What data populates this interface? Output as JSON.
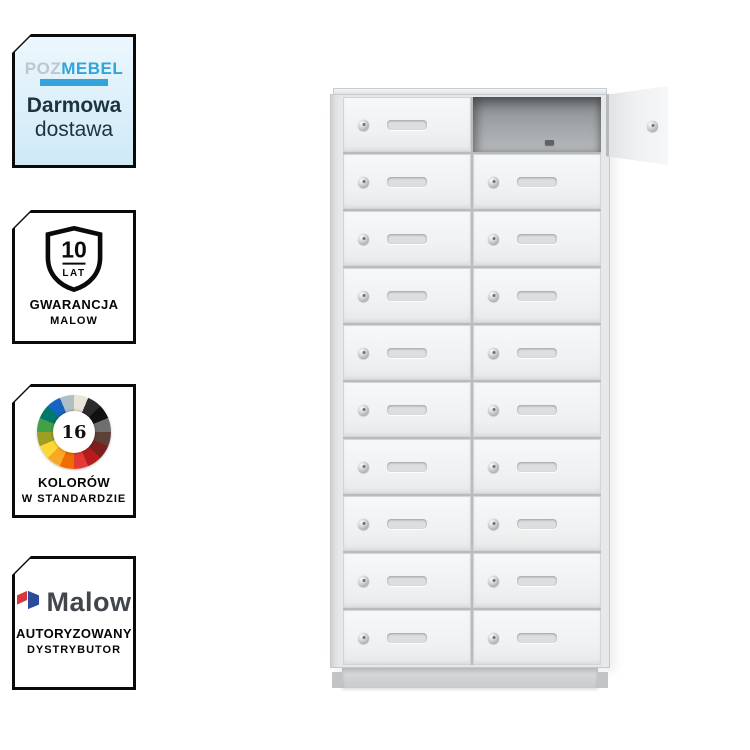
{
  "badges": {
    "free_delivery": {
      "brand_prefix": "POZ",
      "brand_suffix": "MEBEL",
      "brand_color": "#33a3da",
      "line1": "Darmowa",
      "line2": "dostawa"
    },
    "warranty": {
      "years": "10",
      "years_unit": "LAT",
      "line1": "GWARANCJA",
      "line2": "MALOW"
    },
    "colors": {
      "count": "16",
      "line1": "KOLORÓW",
      "line2": "W STANDARDZIE",
      "palette": [
        "#e9e4d8",
        "#2b2b2b",
        "#111111",
        "#6f6f6f",
        "#5d4037",
        "#7b1f1f",
        "#b71c1c",
        "#e53935",
        "#ef6c00",
        "#f9a825",
        "#fdd835",
        "#9e9d24",
        "#43a047",
        "#00796b",
        "#1565c0",
        "#b0bec5"
      ]
    },
    "distributor": {
      "brand": "Malow",
      "line1": "AUTORYZOWANY",
      "line2": "DYSTRYBUTOR",
      "logo_red": "#d6383c",
      "logo_blue": "#2a4d9b"
    }
  },
  "locker": {
    "rows": 10,
    "columns": 2,
    "open_compartment": {
      "row": 0,
      "col": 1
    },
    "body_color": "#e6e8e9",
    "door_color": "#f3f4f5",
    "interior_color": "#979c9f"
  }
}
